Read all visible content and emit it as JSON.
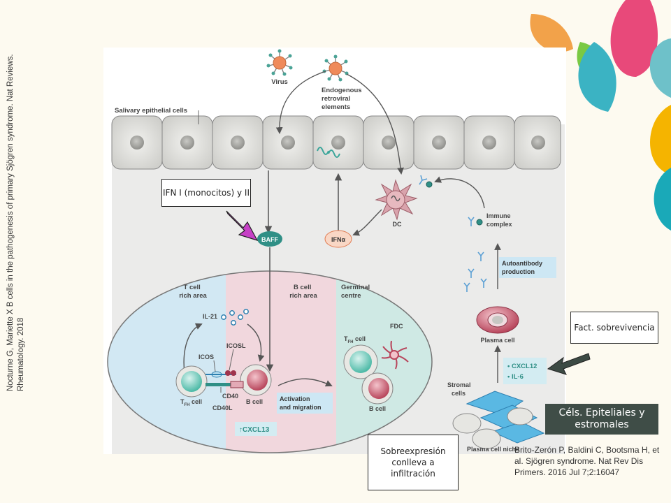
{
  "citation_left": "Nocturne G, Mariette X B cells in the pathogenesis of primary Sjögren syndrome. Nat Reviews. Rheumatology. 2018",
  "citation_right": "Brito-Zerón P, Baldini C, Bootsma H, et al. Sjögren syndrome. Nat Rev Dis Primers. 2016 Jul 7;2:16047",
  "callouts": {
    "ifn": "IFN I (monocitos) y II",
    "fact": "Fact. sobrevivencia",
    "cells": "Céls. Epiteliales y estromales",
    "sobre": "Sobreexpresión conlleva a infiltración"
  },
  "diagram": {
    "virus": "Virus",
    "endogenous": [
      "Endogenous",
      "retroviral",
      "elements"
    ],
    "salivary": "Salivary epithelial cells",
    "baff": "BAFF",
    "ifna": "IFNα",
    "dc": "DC",
    "immune": [
      "Immune",
      "complex"
    ],
    "autoantibody": [
      "Autoantibody",
      "production"
    ],
    "plasma_cell": "Plasma cell",
    "cxcl12": "• CXCL12",
    "il6": "• IL-6",
    "stromal": [
      "Stromal",
      "cells"
    ],
    "niche": "Plasma cell niche",
    "tcell_area": [
      "T cell",
      "rich area"
    ],
    "bcell_area": [
      "B cell",
      "rich area"
    ],
    "germinal": [
      "Germinal",
      "centre"
    ],
    "il21": "IL-21",
    "icos": "ICOS",
    "icosl": "ICOSL",
    "cd40": "CD40",
    "cd40l": "CD40L",
    "tfh": "T",
    "tfh_sub": "FH",
    "cell_suffix": " cell",
    "bcell": "B cell",
    "fdc": "FDC",
    "activation": [
      "Activation",
      "and migration"
    ],
    "cxcl13": "↑CXCL13"
  }
}
